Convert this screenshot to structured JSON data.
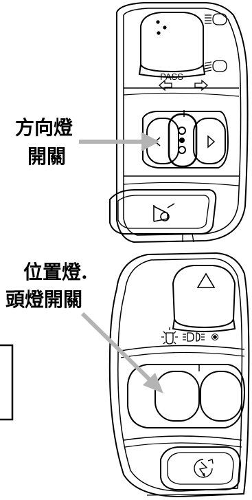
{
  "labels": {
    "turn_signal_line1": "方向燈",
    "turn_signal_line2": "開關",
    "light_switch_line1": "位置燈.",
    "light_switch_line2": "頭燈開關"
  },
  "upper_switch": {
    "pass_text": "PASS",
    "icons": [
      "high-beam-icon",
      "low-beam-icon",
      "left-arrow-icon",
      "right-arrow-icon",
      "horn-icon"
    ]
  },
  "lower_switch": {
    "icons": [
      "hazard-triangle-icon",
      "position-lamp-icon",
      "headlamp-icon",
      "indicator-dot-icon",
      "starter-icon"
    ]
  },
  "colors": {
    "outline": "#000000",
    "pointer_arrow": "#b4b4b4",
    "background": "#ffffff"
  }
}
